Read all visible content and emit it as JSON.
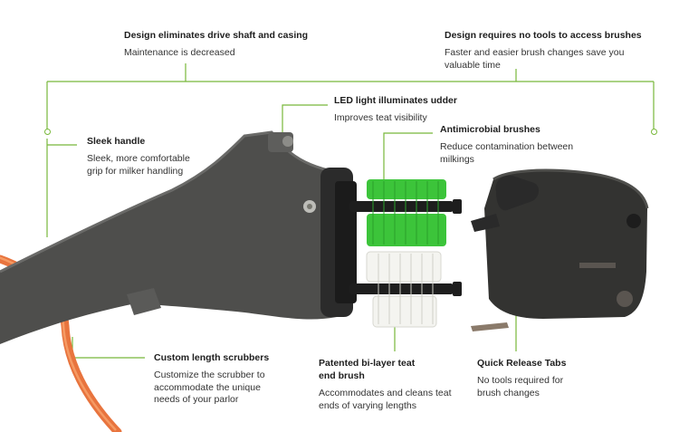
{
  "accent_color": "#78b83a",
  "product": {
    "hose_color": "#e8743e",
    "body_color": "#4a4a48",
    "brush_green": "#3cc43a",
    "brush_white": "#f4f4f0"
  },
  "callouts": {
    "drive_shaft": {
      "title": "Design eliminates drive shaft and casing",
      "desc": "Maintenance is decreased"
    },
    "no_tools": {
      "title": "Design requires no tools to access brushes",
      "desc": "Faster and easier brush changes save you valuable time"
    },
    "led": {
      "title": "LED light illuminates udder",
      "desc": "Improves teat visibility"
    },
    "antimicrobial": {
      "title": "Antimicrobial brushes",
      "desc": "Reduce contamination between milkings"
    },
    "sleek": {
      "title": "Sleek handle",
      "desc": "Sleek, more comfortable grip for milker handling"
    },
    "custom_length": {
      "title": "Custom length scrubbers",
      "desc": "Customize the scrubber to accommodate the unique needs of your parlor"
    },
    "bilayer": {
      "title": "Patented bi-layer teat end brush",
      "desc": "Accommodates and cleans teat ends of varying lengths"
    },
    "quick_release": {
      "title": "Quick Release Tabs",
      "desc": "No tools required for brush changes"
    }
  }
}
